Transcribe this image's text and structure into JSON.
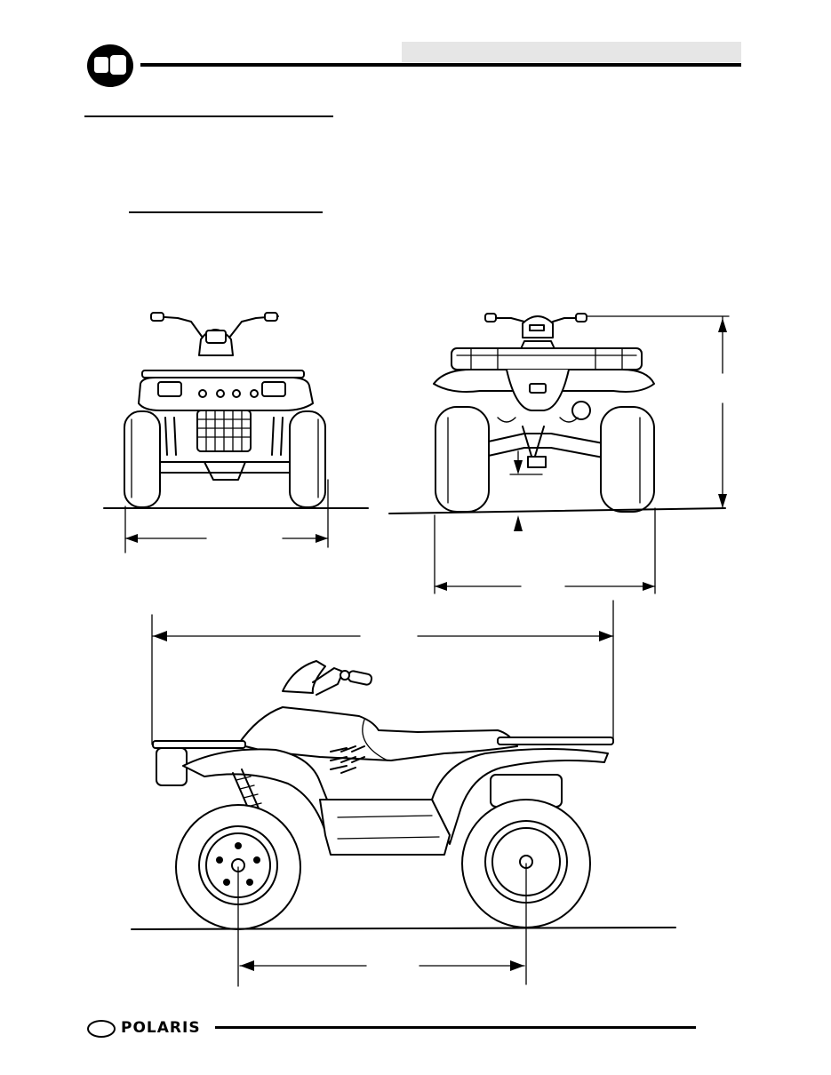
{
  "header": {
    "chapter_icon": "engine-chapter-icon"
  },
  "figures": {
    "front_view": {
      "name": "front-view-drawing"
    },
    "rear_view": {
      "name": "rear-view-drawing"
    },
    "side_view": {
      "name": "side-view-drawing"
    }
  },
  "footer": {
    "logo_text": "POLARIS"
  },
  "colors": {
    "ink": "#000000",
    "header_band": "#e6e6e6",
    "paper": "#ffffff"
  }
}
